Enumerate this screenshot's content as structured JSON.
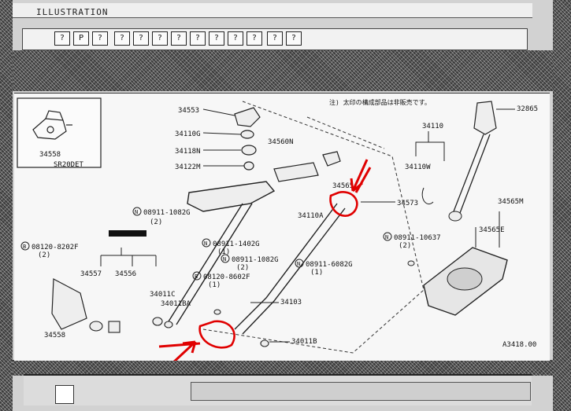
{
  "window": {
    "title": "ILLUSTRATION"
  },
  "toolbar": {
    "buttons": [
      "?",
      "P",
      "?",
      "?",
      "?",
      "?",
      "?",
      "?",
      "?",
      "?",
      "?",
      "?",
      "?"
    ]
  },
  "diagram": {
    "note": "注) 太印の構成部品は非販売です。",
    "variant_label": "SR20DET",
    "page_code": "A3418.00",
    "part_numbers": {
      "p34558_inset": "34558",
      "p34553": "34553",
      "p34110G": "34110G",
      "p34118N": "34118N",
      "p34122M": "34122M",
      "p34560N": "34560N",
      "p34565": "34565",
      "p34573": "34573",
      "p34110A": "34110A",
      "p08911_1082G_top": "08911-1082G",
      "p08911_1082G_top_qty": "(2)",
      "p08911_1402G": "08911-1402G",
      "p08911_1402G_qty": "(1)",
      "p08911_1082G_mid": "08911-1082G",
      "p08911_1082G_mid_qty": "(2)",
      "p08911_6082G": "08911-6082G",
      "p08911_6082G_qty": "(1)",
      "p08120_8202F": "08120-8202F",
      "p08120_8202F_qty": "(2)",
      "p34557": "34557",
      "p34556": "34556",
      "p08120_8602F": "08120-8602F",
      "p08120_8602F_qty": "(1)",
      "p34011C": "34011C",
      "p34011BA": "34011BA",
      "p34103": "34103",
      "p34558_low": "34558",
      "p34011B": "34011B",
      "p32865": "32865",
      "p34110": "34110",
      "p34110W": "34110W",
      "p34565M": "34565M",
      "p08911_10637": "08911-10637",
      "p08911_10637_qty": "(2)",
      "p34565E": "34565E"
    }
  }
}
